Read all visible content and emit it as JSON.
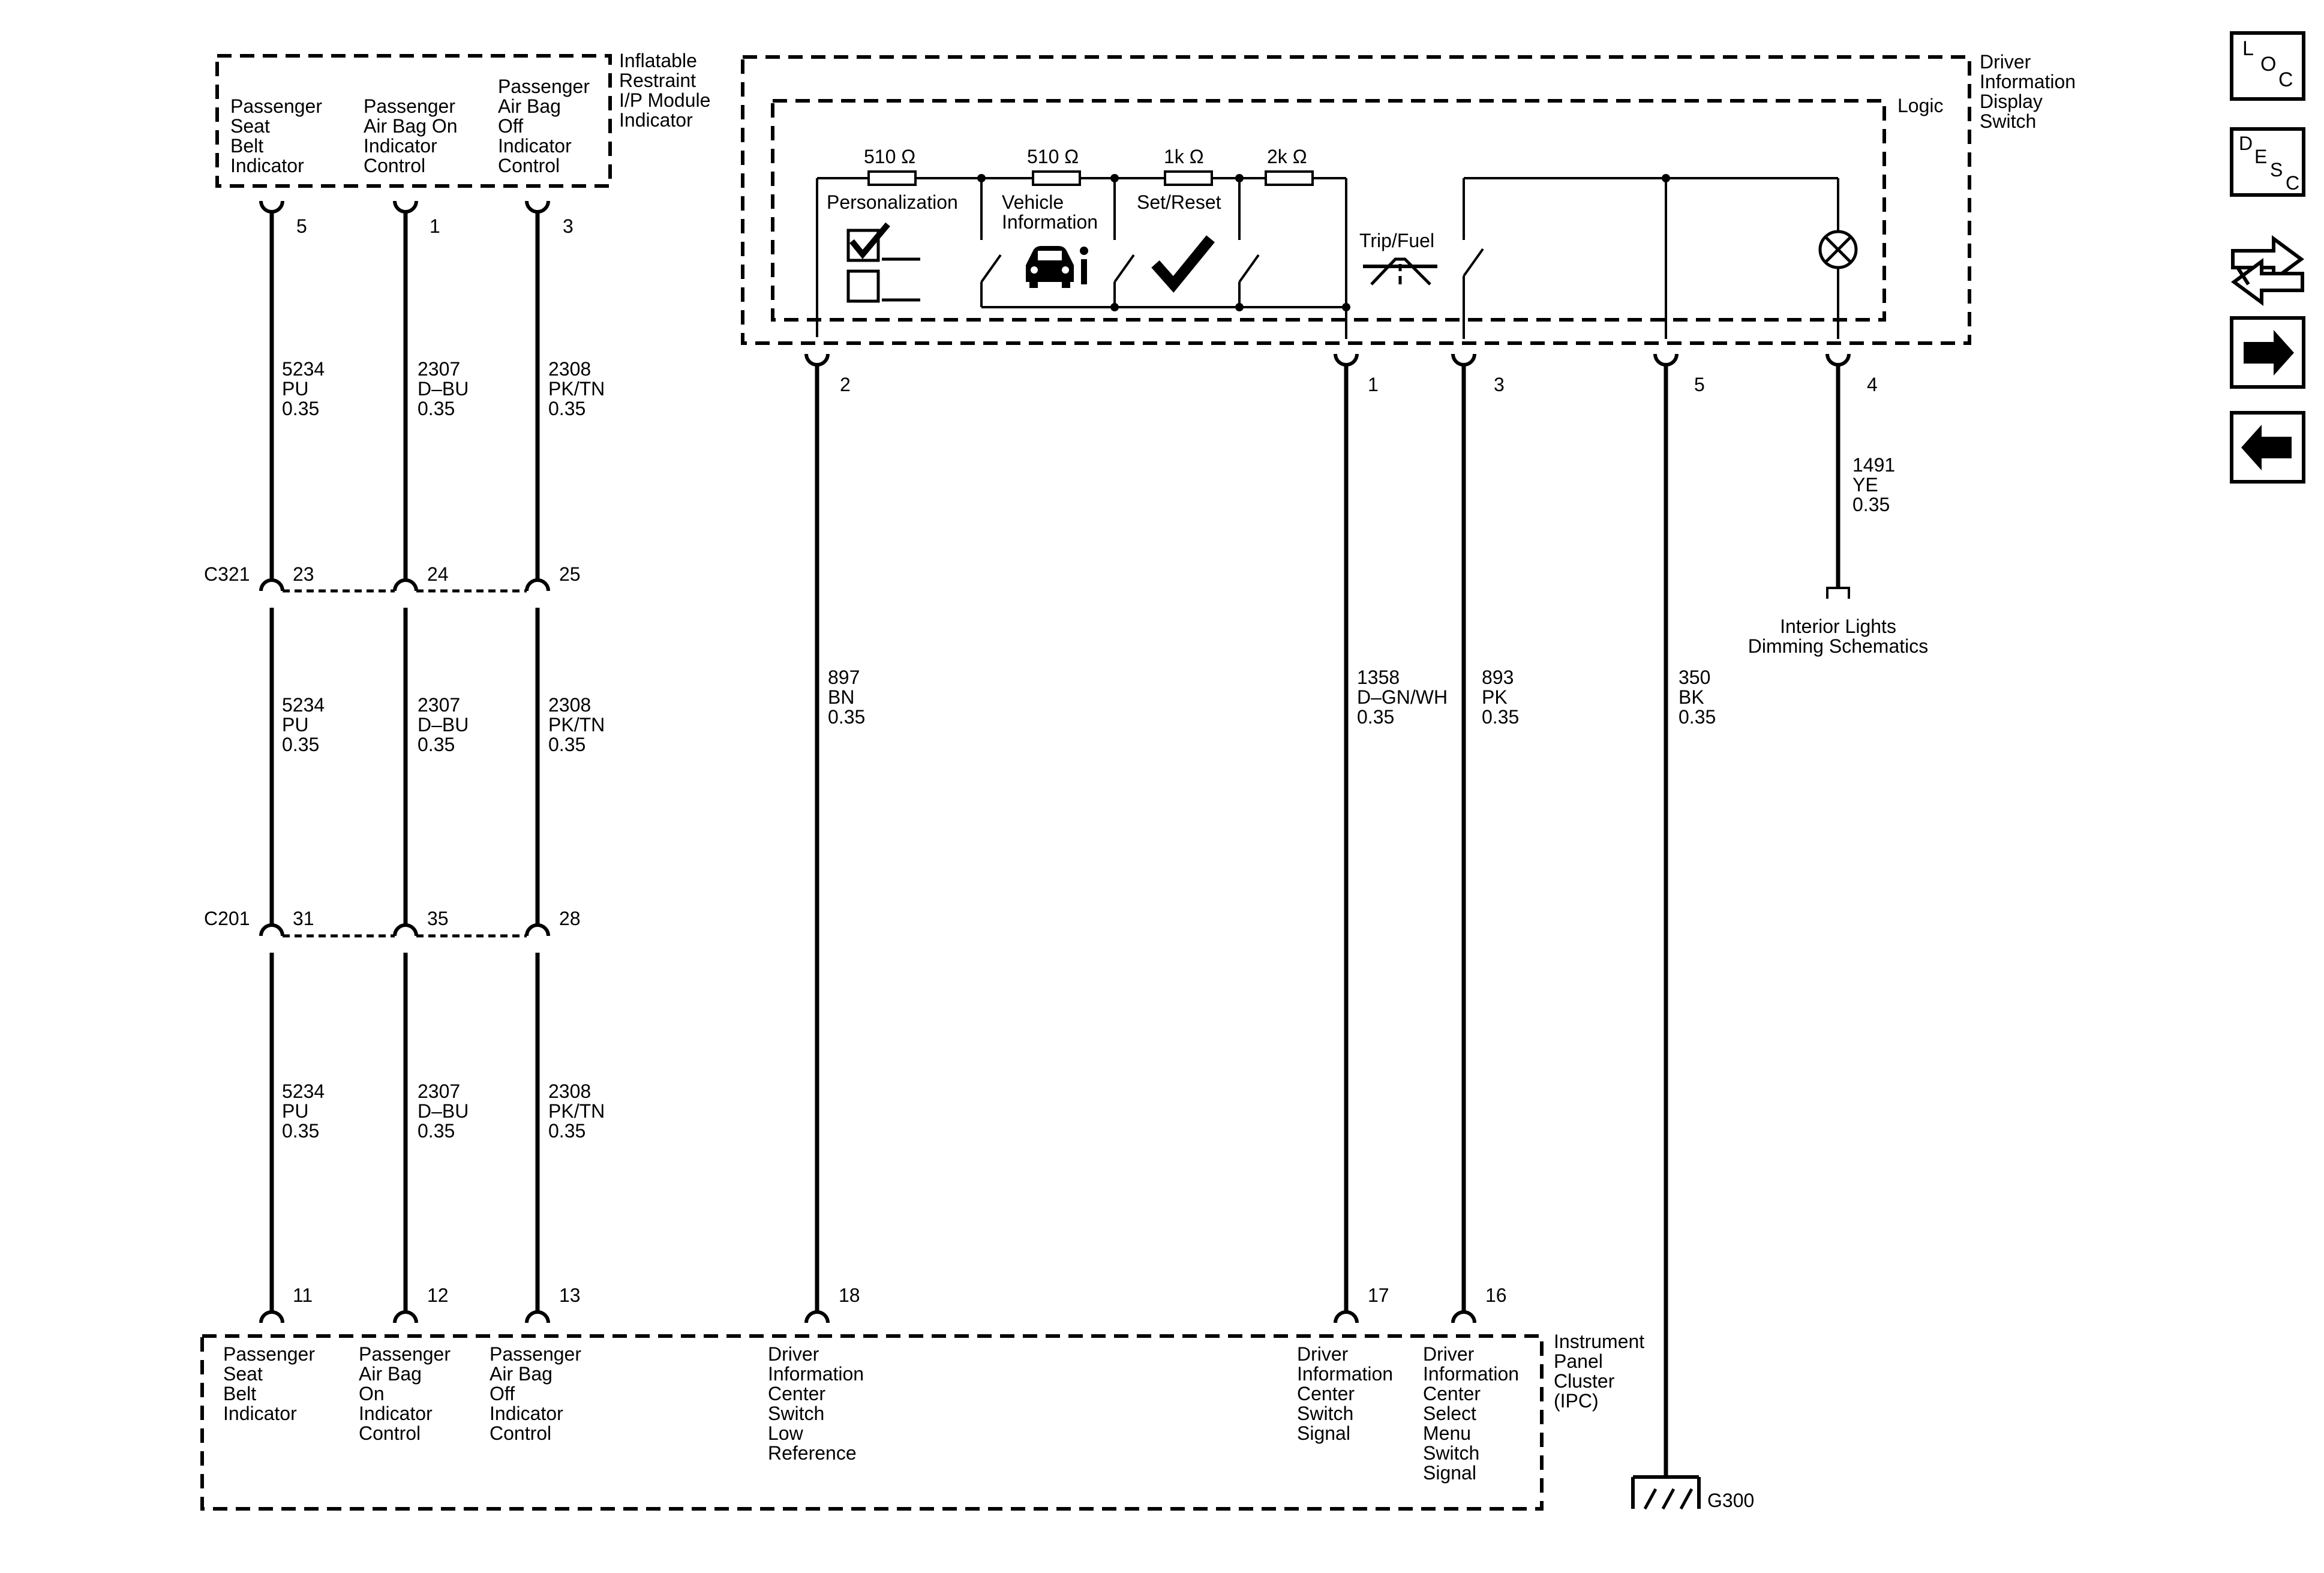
{
  "modules": {
    "ipm": {
      "title": [
        "Inflatable",
        "Restraint",
        "I/P Module",
        "Indicator"
      ]
    },
    "dids": {
      "title": [
        "Driver",
        "Information",
        "Display",
        "Switch"
      ],
      "logic_label": "Logic"
    },
    "ipc": {
      "title": [
        "Instrument",
        "Panel",
        "Cluster",
        "(IPC)"
      ]
    }
  },
  "ipm_pins": [
    {
      "label": [
        "Passenger",
        "Seat",
        "Belt",
        "Indicator"
      ],
      "pin": "5"
    },
    {
      "label": [
        "Passenger",
        "Air Bag On",
        "Indicator",
        "Control"
      ],
      "pin": "1"
    },
    {
      "label": [
        "Passenger",
        "Air Bag",
        "Off",
        "Indicator",
        "Control"
      ],
      "pin": "3"
    }
  ],
  "left_wires": [
    {
      "circuit": "5234",
      "color": "PU",
      "gauge": "0.35"
    },
    {
      "circuit": "2307",
      "color": "D–BU",
      "gauge": "0.35"
    },
    {
      "circuit": "2308",
      "color": "PK/TN",
      "gauge": "0.35"
    }
  ],
  "connectors": [
    {
      "name": "C321",
      "pins": [
        "23",
        "24",
        "25"
      ]
    },
    {
      "name": "C201",
      "pins": [
        "31",
        "35",
        "28"
      ]
    }
  ],
  "switch": {
    "resistors": [
      "510 Ω",
      "510 Ω",
      "1k Ω",
      "2k Ω"
    ],
    "positions": [
      {
        "label": [
          "Personalization"
        ]
      },
      {
        "label": [
          "Vehicle",
          "Information"
        ]
      },
      {
        "label": [
          "Set/Reset"
        ]
      }
    ],
    "trip_label": "Trip/Fuel",
    "pins": [
      "2",
      "1",
      "3",
      "5",
      "4"
    ]
  },
  "right_wires": [
    {
      "circuit": "897",
      "color": "BN",
      "gauge": "0.35"
    },
    {
      "circuit": "1358",
      "color": "D–GN/WH",
      "gauge": "0.35"
    },
    {
      "circuit": "893",
      "color": "PK",
      "gauge": "0.35"
    },
    {
      "circuit": "350",
      "color": "BK",
      "gauge": "0.35"
    }
  ],
  "lamp_wire": {
    "circuit": "1491",
    "color": "YE",
    "gauge": "0.35"
  },
  "dimming_ref": [
    "Interior Lights",
    "Dimming Schematics"
  ],
  "ipc_pins": [
    {
      "pin": "11",
      "label": [
        "Passenger",
        "Seat",
        "Belt",
        "Indicator"
      ]
    },
    {
      "pin": "12",
      "label": [
        "Passenger",
        "Air Bag",
        "On",
        "Indicator",
        "Control"
      ]
    },
    {
      "pin": "13",
      "label": [
        "Passenger",
        "Air Bag",
        "Off",
        "Indicator",
        "Control"
      ]
    },
    {
      "pin": "18",
      "label": [
        "Driver",
        "Information",
        "Center",
        "Switch",
        "Low",
        "Reference"
      ]
    },
    {
      "pin": "17",
      "label": [
        "Driver",
        "Information",
        "Center",
        "Switch",
        "Signal"
      ]
    },
    {
      "pin": "16",
      "label": [
        "Driver",
        "Information",
        "Center",
        "Select",
        "Menu",
        "Switch",
        "Signal"
      ]
    }
  ],
  "ground": {
    "name": "G300"
  },
  "nav": {
    "loc": [
      "L",
      "O",
      "C"
    ],
    "desc": [
      "D",
      "E",
      "S",
      "C"
    ],
    "icons": [
      "swap-arrows-icon",
      "forward-arrow-icon",
      "back-arrow-icon"
    ]
  }
}
